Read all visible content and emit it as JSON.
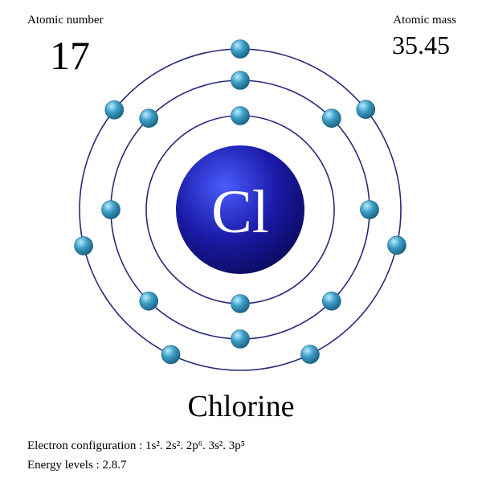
{
  "atomic_number": {
    "label": "Atomic number",
    "value": "17"
  },
  "atomic_mass": {
    "label": "Atomic mass",
    "value": "35.45"
  },
  "element": {
    "symbol": "Cl",
    "name": "Chlorine"
  },
  "electron_configuration": {
    "label": "Electron configuration : ",
    "value": "1s². 2s². 2p⁶. 3s². 3p⁵"
  },
  "energy_levels": {
    "label": "Energy levels : ",
    "value": "2.8.7",
    "shells": [
      2,
      8,
      7
    ]
  },
  "colors": {
    "nucleus": "#1a1aa6",
    "nucleus_highlight": "#4a5cff",
    "orbit": "#262a7a",
    "electron": "#3d9ec7",
    "electron_highlight": "#b8ecff",
    "symbol_text": "#ffffff"
  }
}
